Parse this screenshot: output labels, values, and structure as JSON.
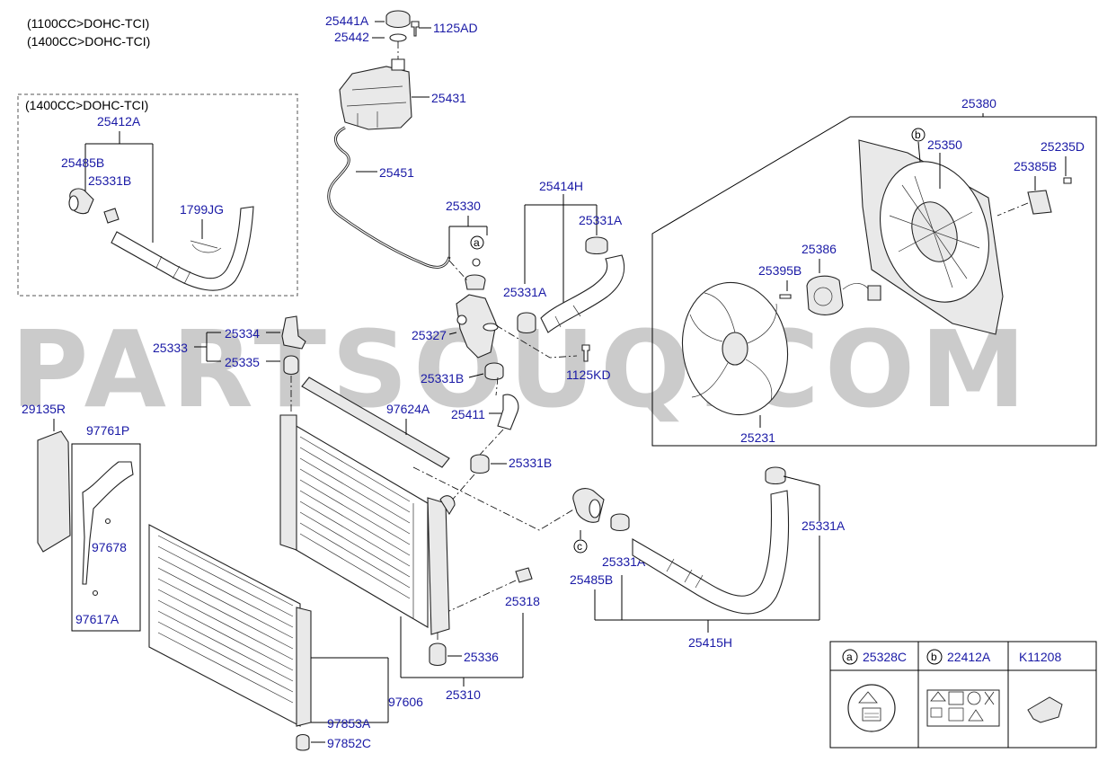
{
  "headers": [
    "(1100CC>DOHC-TCI)",
    "(1400CC>DOHC-TCI)"
  ],
  "inset_title": "(1400CC>DOHC-TCI)",
  "watermark": "PARTSOUQ.COM",
  "labels": {
    "l25441A": "25441A",
    "l25442": "25442",
    "l1125AD": "1125AD",
    "l25431": "25431",
    "l25451": "25451",
    "l25330": "25330",
    "l25414H": "25414H",
    "l25331A_1": "25331A",
    "l25331A_2": "25331A",
    "l25331A_3": "25331A",
    "l25331A_4": "25331A",
    "l25327": "25327",
    "l1125KD": "1125KD",
    "l25331B_1": "25331B",
    "l25331B_2": "25331B",
    "l25411": "25411",
    "l25334": "25334",
    "l25333": "25333",
    "l25335": "25335",
    "l97624A": "97624A",
    "l29135R": "29135R",
    "l97761P": "97761P",
    "l97678": "97678",
    "l97617A": "97617A",
    "l25318": "25318",
    "l25336": "25336",
    "l25310": "25310",
    "l97606": "97606",
    "l97853A": "97853A",
    "l97852C": "97852C",
    "l25485B_main": "25485B",
    "l25415H": "25415H",
    "l25380": "25380",
    "l25350": "25350",
    "l25235D": "25235D",
    "l25385B": "25385B",
    "l25386": "25386",
    "l25395B": "25395B",
    "l25231": "25231",
    "l25412A": "25412A",
    "l25485B_inset": "25485B",
    "l25331B_inset": "25331B",
    "l1799JG": "1799JG"
  },
  "callouts": {
    "a": "a",
    "b": "b",
    "c": "c"
  },
  "legend": {
    "a_letter": "a",
    "a_part": "25328C",
    "b_letter": "b",
    "b_part": "22412A",
    "c_part": "K11208"
  }
}
